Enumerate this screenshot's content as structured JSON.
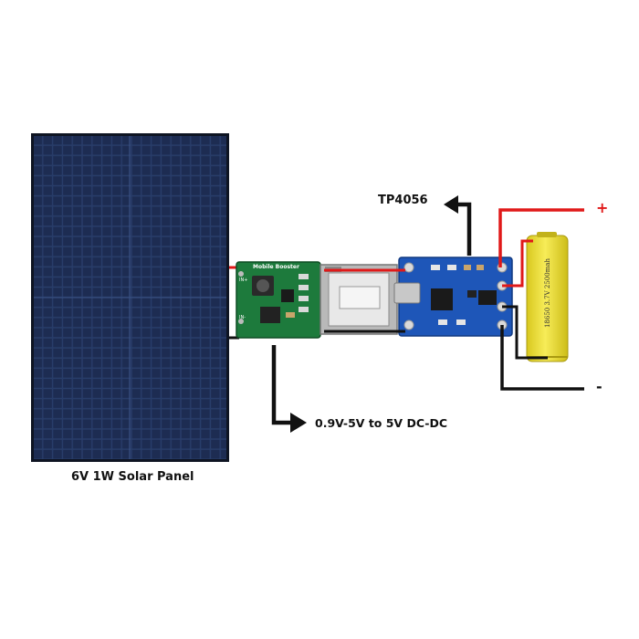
{
  "labels": {
    "solar_panel": "6V 1W Solar Panel",
    "booster": "0.9V-5V to 5V DC-DC",
    "charger": "TP4056",
    "plus": "+",
    "minus": "-"
  },
  "board_text": {
    "booster_title": "Mobile Booster",
    "in_plus": "IN+",
    "in_minus": "IN-",
    "battery": "18650 3.7V 2500mah"
  },
  "colors": {
    "panel": "#1c2b4d",
    "panel_frame": "#0e1422",
    "booster_pcb": "#1d7a3c",
    "tp4056_pcb": "#1e56b8",
    "battery": "#f2e33a",
    "wire_positive": "#e01919",
    "wire_negative": "#111111",
    "plus_sign": "#e01919"
  }
}
